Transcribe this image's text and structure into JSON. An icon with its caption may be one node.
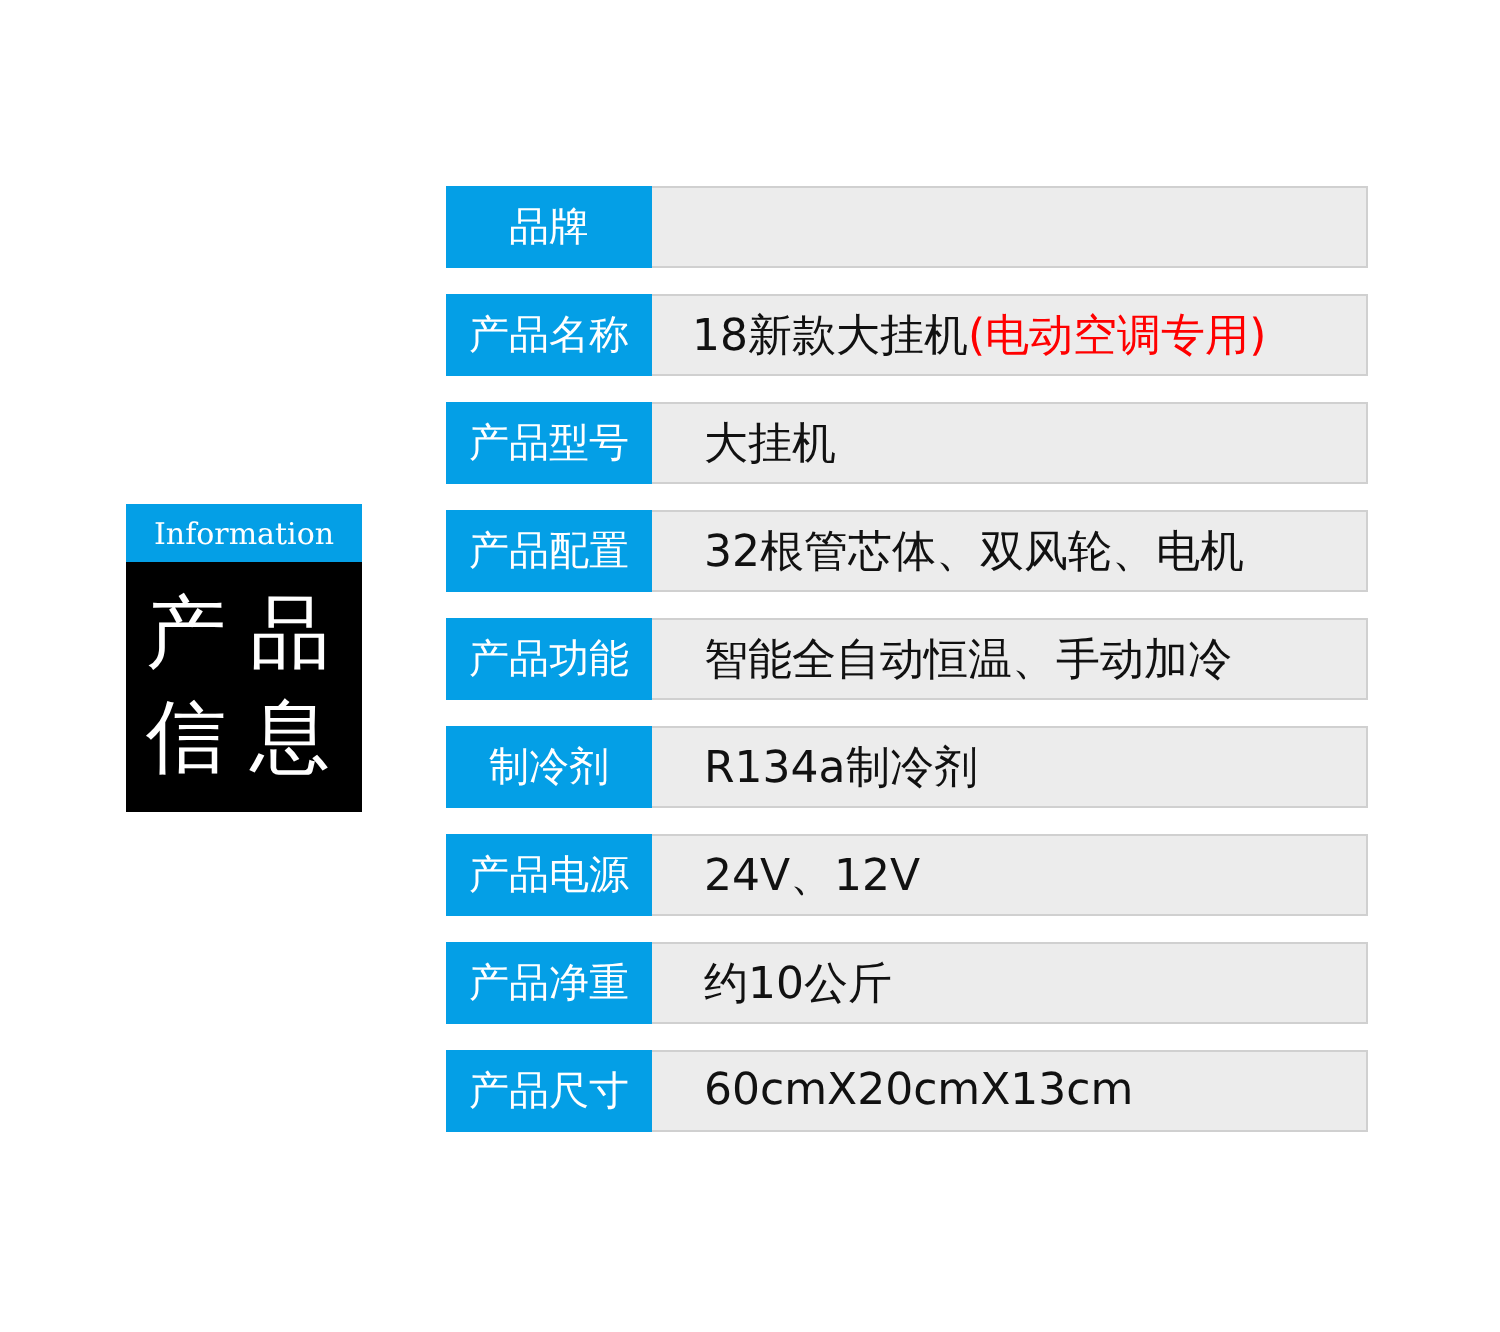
{
  "diagram": {
    "nodes": [
      {
        "text": [
          "Information",
          "产品信息"
        ]
      }
    ],
    "labels": [
      "品牌",
      "产品名称",
      "18新款大挂机",
      "(电动空调专用)",
      "产品型号",
      "大挂机",
      "产品配置",
      "32根管芯体、双风轮、电机",
      "产品功能",
      "智能全自动恒温、手动加冷",
      "制冷剂",
      "R134a制冷剂",
      "产品电源",
      "24V、12V",
      "产品净重",
      "约10公斤",
      "产品尺寸",
      "60cmX20cmX13cm"
    ]
  }
}
